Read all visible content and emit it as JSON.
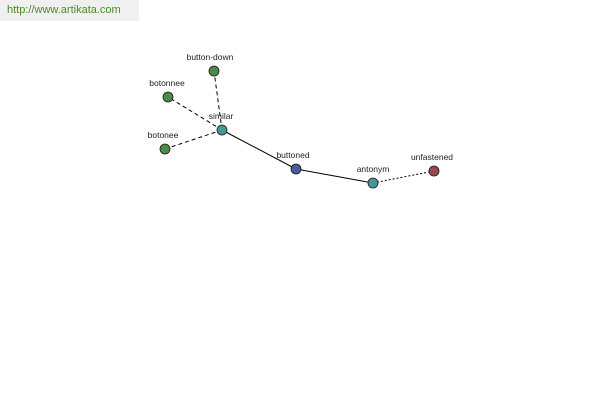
{
  "site": {
    "url_text": "http://www.artikata.com"
  },
  "graph": {
    "nodes": [
      {
        "id": "similar",
        "label": "similar",
        "color": "#4a9696"
      },
      {
        "id": "button-down",
        "label": "button-down",
        "color": "#4a8a4a"
      },
      {
        "id": "botonnee",
        "label": "botonnee",
        "color": "#4a8a4a"
      },
      {
        "id": "botonee",
        "label": "botonee",
        "color": "#4a8a4a"
      },
      {
        "id": "buttoned",
        "label": "buttoned",
        "color": "#4a5a9a"
      },
      {
        "id": "antonym",
        "label": "antonym",
        "color": "#4a9696"
      },
      {
        "id": "unfastened",
        "label": "unfastened",
        "color": "#9a4a4a"
      }
    ],
    "edges": [
      {
        "from": "similar",
        "to": "button-down",
        "style": "dashed"
      },
      {
        "from": "similar",
        "to": "botonnee",
        "style": "dashed"
      },
      {
        "from": "similar",
        "to": "botonee",
        "style": "dashed"
      },
      {
        "from": "similar",
        "to": "buttoned",
        "style": "solid"
      },
      {
        "from": "buttoned",
        "to": "antonym",
        "style": "solid"
      },
      {
        "from": "antonym",
        "to": "unfastened",
        "style": "dotted"
      }
    ]
  }
}
